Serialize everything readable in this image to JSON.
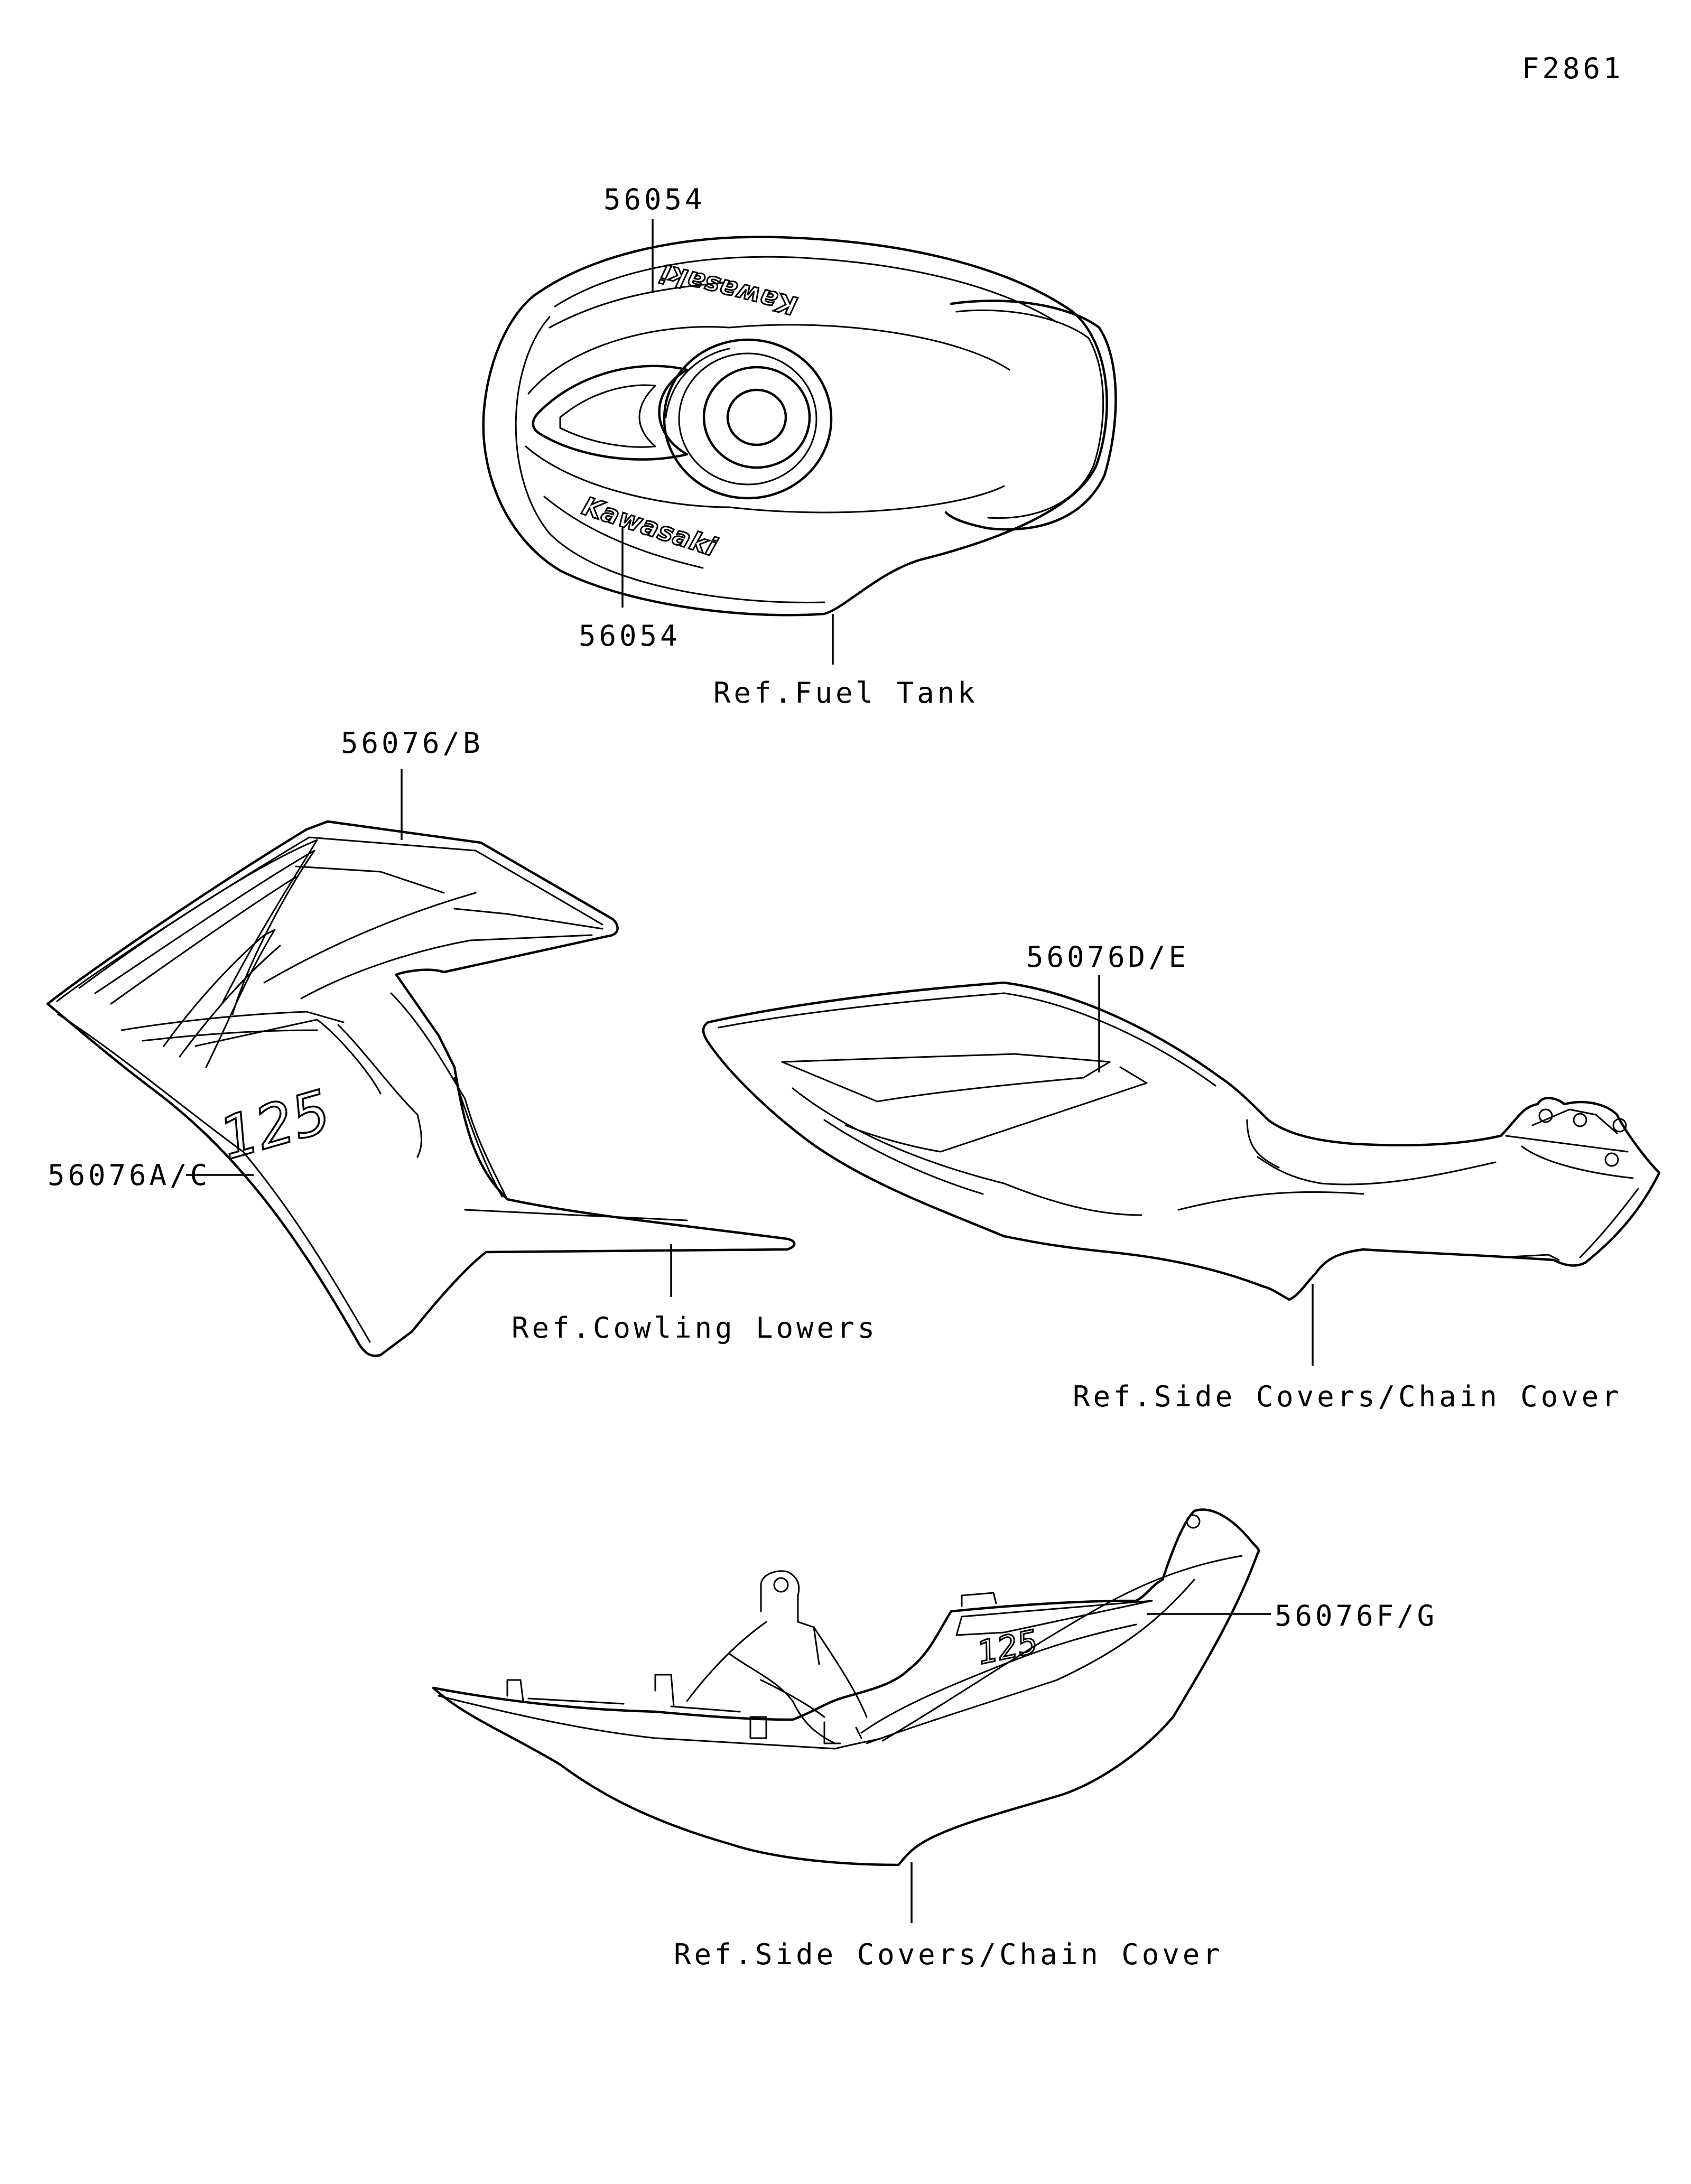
{
  "figure_id": "F2861",
  "fuel_tank": {
    "label_top": "56054",
    "label_bottom": "56054",
    "ref": "Ref.Fuel Tank",
    "brand_text": "Kawasaki"
  },
  "cowling": {
    "label_top": "56076/B",
    "label_side": "56076A/C",
    "ref": "Ref.Cowling Lowers",
    "model_text": "125"
  },
  "side_cover_upper": {
    "label": "56076D/E",
    "ref": "Ref.Side Covers/Chain Cover"
  },
  "side_cover_lower": {
    "label": "56076F/G",
    "ref": "Ref.Side Covers/Chain Cover",
    "model_text": "125"
  }
}
